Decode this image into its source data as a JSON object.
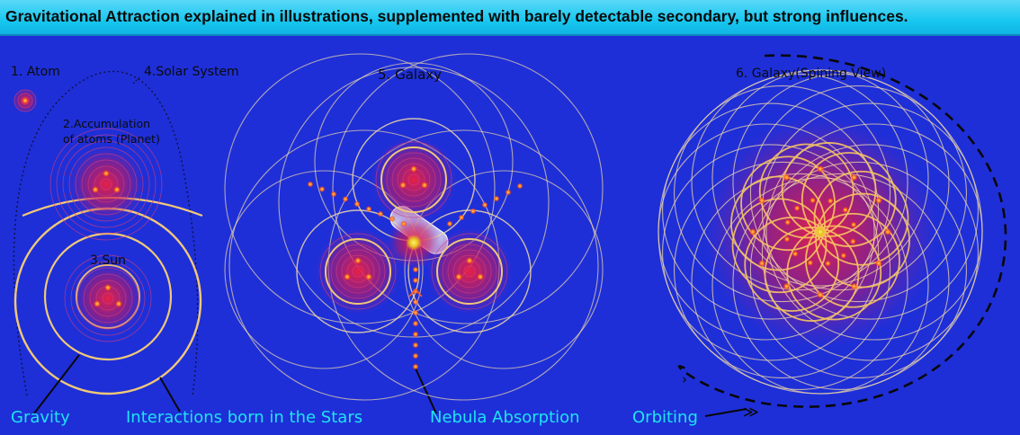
{
  "title": "Gravitational Attraction explained in illustrations, supplemented with barely detectable secondary, but strong influences.",
  "labels": {
    "atom": "1. Atom",
    "solar_system": "4.Solar System",
    "accumulation_line1": "2.Accumulation",
    "accumulation_line2": "of atoms (Planet)",
    "sun": "3.Sun",
    "galaxy": "5. Galaxy",
    "galaxy_spinning": "6. Galaxy(Spining View)"
  },
  "bottom_labels": {
    "gravity": "Gravity",
    "interactions": "Interactions born in the Stars",
    "nebula": "Nebula Absorption",
    "orbiting": "Orbiting"
  },
  "colors": {
    "background": "#1e2fd8",
    "title_bar": "#18c8f0",
    "ring": "#f0c878",
    "glow": "#e0204a",
    "star": "#ff5a1e",
    "caption": "#1ee4f0"
  }
}
